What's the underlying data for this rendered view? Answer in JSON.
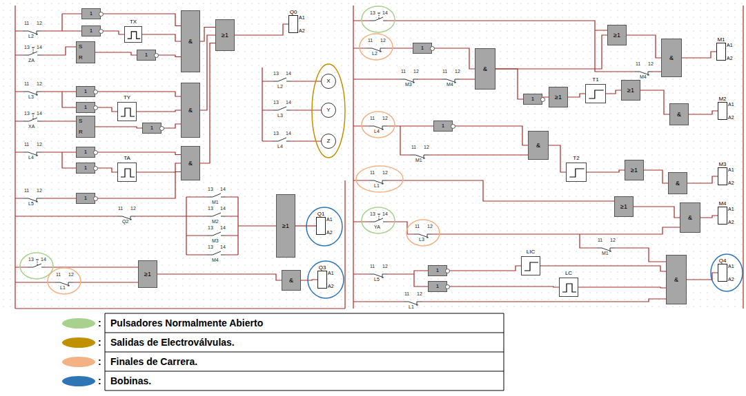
{
  "diagram": {
    "nodes": [
      {
        "text": [
          "1"
        ]
      },
      {
        "text": [
          "1"
        ]
      },
      {
        "text": [
          "TX"
        ]
      },
      {
        "text": [
          "S",
          "R"
        ]
      },
      {
        "text": [
          "1"
        ]
      },
      {
        "text": [
          "&"
        ]
      },
      {
        "text": [
          "≥1"
        ]
      },
      {
        "text": [
          "Q0",
          "A1",
          "A2"
        ]
      },
      {
        "text": [
          "1"
        ]
      },
      {
        "text": [
          "1"
        ]
      },
      {
        "text": [
          "TY"
        ]
      },
      {
        "text": [
          "S",
          "R"
        ]
      },
      {
        "text": [
          "1"
        ]
      },
      {
        "text": [
          "&"
        ]
      },
      {
        "text": [
          "1"
        ]
      },
      {
        "text": [
          "1"
        ]
      },
      {
        "text": [
          "TA"
        ]
      },
      {
        "text": [
          "&"
        ]
      },
      {
        "text": [
          "1"
        ]
      },
      {
        "text": [
          "≥1"
        ]
      },
      {
        "text": [
          "Q1",
          "A1",
          "A2"
        ]
      },
      {
        "text": [
          "≥1"
        ]
      },
      {
        "text": [
          "&"
        ]
      },
      {
        "text": [
          "Q3",
          "A1",
          "A2"
        ]
      },
      {
        "text": [
          "X"
        ]
      },
      {
        "text": [
          "Y"
        ]
      },
      {
        "text": [
          "Z"
        ]
      },
      {
        "text": [
          "1"
        ]
      },
      {
        "text": [
          "&"
        ]
      },
      {
        "text": [
          "≥1"
        ]
      },
      {
        "text": [
          "&"
        ]
      },
      {
        "text": [
          "M1",
          "A1",
          "A2"
        ]
      },
      {
        "text": [
          "1"
        ]
      },
      {
        "text": [
          "≥1"
        ]
      },
      {
        "text": [
          "T1"
        ]
      },
      {
        "text": [
          "≥1"
        ]
      },
      {
        "text": [
          "&"
        ]
      },
      {
        "text": [
          "M2",
          "A1",
          "A2"
        ]
      },
      {
        "text": [
          "1"
        ]
      },
      {
        "text": [
          "&"
        ]
      },
      {
        "text": [
          "T2"
        ]
      },
      {
        "text": [
          "≥1"
        ]
      },
      {
        "text": [
          "&"
        ]
      },
      {
        "text": [
          "M3",
          "A1",
          "A2"
        ]
      },
      {
        "text": [
          "≥1"
        ]
      },
      {
        "text": [
          "&"
        ]
      },
      {
        "text": [
          "M4",
          "A1",
          "A2"
        ]
      },
      {
        "text": [
          "1"
        ]
      },
      {
        "text": [
          "1"
        ]
      },
      {
        "text": [
          "LIC"
        ]
      },
      {
        "text": [
          "LC"
        ]
      },
      {
        "text": [
          "&"
        ]
      },
      {
        "text": [
          "Q4",
          "A1",
          "A2"
        ]
      }
    ],
    "edges": [
      {
        "from": 0,
        "to": 5,
        "arrow": "none"
      },
      {
        "from": 1,
        "to": 2,
        "arrow": "none"
      },
      {
        "from": 2,
        "to": 5,
        "arrow": "none"
      },
      {
        "from": 3,
        "to": 4,
        "arrow": "none"
      },
      {
        "from": 4,
        "to": 5,
        "arrow": "none"
      },
      {
        "from": 5,
        "to": 6,
        "arrow": "none"
      },
      {
        "from": 6,
        "to": 7,
        "arrow": "none"
      },
      {
        "from": 8,
        "to": 13,
        "arrow": "none"
      },
      {
        "from": 9,
        "to": 10,
        "arrow": "none"
      },
      {
        "from": 10,
        "to": 13,
        "arrow": "none"
      },
      {
        "from": 11,
        "to": 12,
        "arrow": "none"
      },
      {
        "from": 12,
        "to": 13,
        "arrow": "none"
      },
      {
        "from": 13,
        "to": 6,
        "arrow": "none"
      },
      {
        "from": 14,
        "to": 17,
        "arrow": "none"
      },
      {
        "from": 15,
        "to": 16,
        "arrow": "none"
      },
      {
        "from": 16,
        "to": 17,
        "arrow": "none"
      },
      {
        "from": 17,
        "to": 6,
        "arrow": "none"
      },
      {
        "from": 18,
        "to": 17,
        "arrow": "none"
      },
      {
        "from": 19,
        "to": 20,
        "arrow": "none"
      },
      {
        "from": 21,
        "to": 22,
        "arrow": "none"
      },
      {
        "from": 22,
        "to": 23,
        "arrow": "none"
      },
      {
        "from": 27,
        "to": 28,
        "arrow": "none"
      },
      {
        "from": 28,
        "to": 29,
        "arrow": "none"
      },
      {
        "from": 28,
        "to": 32,
        "arrow": "none"
      },
      {
        "from": 29,
        "to": 30,
        "arrow": "none"
      },
      {
        "from": 30,
        "to": 31,
        "arrow": "none"
      },
      {
        "from": 32,
        "to": 33,
        "arrow": "none"
      },
      {
        "from": 33,
        "to": 34,
        "arrow": "none"
      },
      {
        "from": 34,
        "to": 35,
        "arrow": "none"
      },
      {
        "from": 35,
        "to": 36,
        "arrow": "none"
      },
      {
        "from": 36,
        "to": 37,
        "arrow": "none"
      },
      {
        "from": 38,
        "to": 39,
        "arrow": "none"
      },
      {
        "from": 39,
        "to": 40,
        "arrow": "none"
      },
      {
        "from": 40,
        "to": 41,
        "arrow": "none"
      },
      {
        "from": 41,
        "to": 42,
        "arrow": "none"
      },
      {
        "from": 42,
        "to": 43,
        "arrow": "none"
      },
      {
        "from": 44,
        "to": 45,
        "arrow": "none"
      },
      {
        "from": 45,
        "to": 46,
        "arrow": "none"
      },
      {
        "from": 47,
        "to": 49,
        "arrow": "none"
      },
      {
        "from": 48,
        "to": 50,
        "arrow": "none"
      },
      {
        "from": 49,
        "to": 51,
        "arrow": "none"
      },
      {
        "from": 50,
        "to": 51,
        "arrow": "none"
      },
      {
        "from": 51,
        "to": 52,
        "arrow": "none"
      }
    ],
    "labels": [
      "L2",
      "11",
      "12",
      "ZA",
      "13",
      "14",
      "L3",
      "11",
      "12",
      "XA",
      "13",
      "14",
      "L4",
      "11",
      "12",
      "L5",
      "11",
      "12",
      "Q2",
      "11",
      "12",
      "M1",
      "13",
      "14",
      "M2",
      "13",
      "14",
      "M3",
      "13",
      "14",
      "M4",
      "13",
      "14",
      "13",
      "14",
      "L1",
      "11",
      "12",
      "L2",
      "13",
      "14",
      "L3",
      "13",
      "14",
      "L4",
      "13",
      "14",
      "13",
      "14",
      "L2",
      "11",
      "12",
      "M3",
      "11",
      "12",
      "M4",
      "11",
      "12",
      "M4",
      "11",
      "12",
      "L4",
      "11",
      "12",
      "M1",
      "11",
      "12",
      "L1",
      "11",
      "12",
      "YA",
      "13",
      "14",
      "L3",
      "11",
      "12",
      "M1",
      "11",
      "12",
      "L5",
      "11",
      "12",
      "L1",
      "11",
      "12",
      ":",
      ":",
      ":",
      ":"
    ],
    "legend": [
      {
        "text": "Pulsadores Normalmente Abierto",
        "color": "#a9d18e"
      },
      {
        "text": "Salidas de Electroválvulas.",
        "color": "#c09000"
      },
      {
        "text": "Finales de Carrera.",
        "color": "#f4b183"
      },
      {
        "text": "Bobinas.",
        "color": "#2e75b6"
      }
    ]
  }
}
